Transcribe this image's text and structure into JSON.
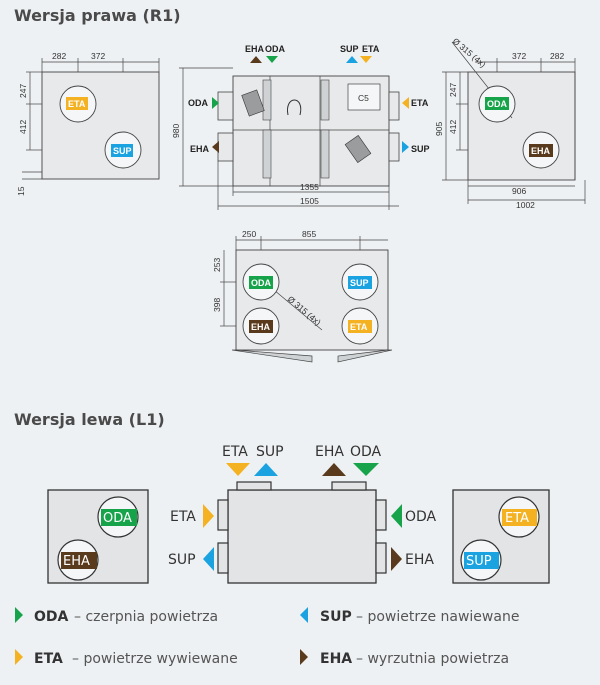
{
  "headers": {
    "right": "Wersja prawa (R1)",
    "left": "Wersja lewa (L1)"
  },
  "colors": {
    "ODA": "#17a34a",
    "SUP": "#1aa3e0",
    "ETA": "#f4b223",
    "EHA": "#5a3a1c"
  },
  "right_version": {
    "view1": {
      "dims_top": [
        "282",
        "372"
      ],
      "dims_left": [
        "247",
        "412"
      ],
      "dim_bottom": "15",
      "badges": [
        "ETA",
        "SUP"
      ]
    },
    "view2": {
      "top_labels_left": [
        "EHA",
        "ODA"
      ],
      "top_labels_right": [
        "SUP",
        "ETA"
      ],
      "side_left": [
        "ODA",
        "EHA"
      ],
      "side_right": [
        "ETA",
        "SUP"
      ],
      "dim_height": "980",
      "dims_bottom": [
        "1355",
        "1505"
      ],
      "box_label": "C5"
    },
    "view3": {
      "diameter": "Ø 315 (4x)",
      "dims_top": [
        "372",
        "282"
      ],
      "dims_left": [
        "247",
        "412"
      ],
      "dim_height": "905",
      "dims_bottom": [
        "906",
        "1002"
      ],
      "badges": [
        "ODA",
        "EHA"
      ]
    },
    "view4": {
      "dims_top": [
        "250",
        "855"
      ],
      "dims_left": [
        "253",
        "398"
      ],
      "diameter": "Ø 315 (4x)",
      "badges": [
        "ODA",
        "SUP",
        "EHA",
        "ETA"
      ]
    }
  },
  "left_version": {
    "top_labels_left": [
      "ETA",
      "SUP"
    ],
    "top_labels_right": [
      "EHA",
      "ODA"
    ],
    "side_left": [
      "ETA",
      "SUP"
    ],
    "side_right": [
      "ODA",
      "EHA"
    ],
    "left_box_badges": [
      "ODA",
      "EHA"
    ],
    "right_box_badges": [
      "ETA",
      "SUP"
    ]
  },
  "legend": [
    {
      "code": "ODA",
      "desc": "– czerpnia powietrza"
    },
    {
      "code": "SUP",
      "desc": "– powietrze nawiewane"
    },
    {
      "code": "ETA",
      "desc": "– powietrze wywiewane"
    },
    {
      "code": "EHA",
      "desc": "– wyrzutnia powietrza"
    }
  ]
}
